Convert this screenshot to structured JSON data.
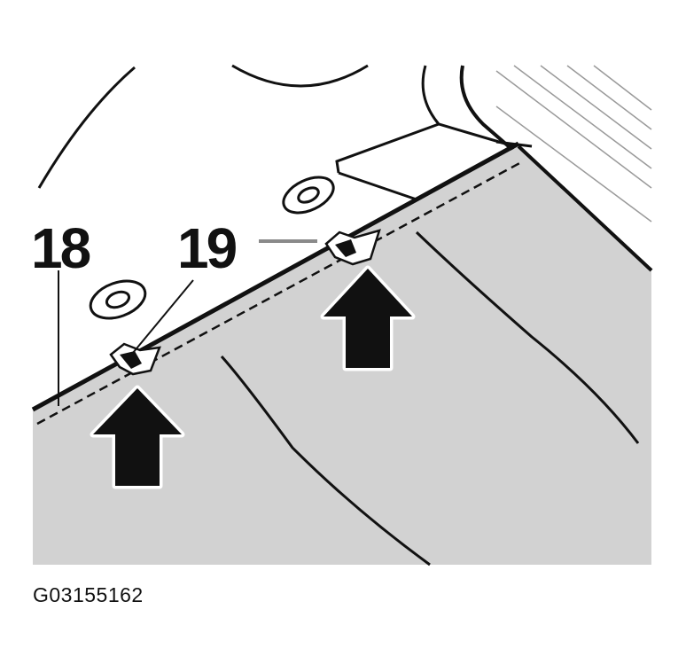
{
  "figure": {
    "callouts": [
      {
        "id": "18",
        "label": "18"
      },
      {
        "id": "19",
        "label": "19"
      }
    ],
    "figure_id": "G03155162"
  },
  "colors": {
    "panel_fill": "#d2d2d2",
    "line": "#111111",
    "arrow_fill": "#111111",
    "arrow_outline": "#ffffff",
    "leader_gray": "#8a8a8a"
  }
}
